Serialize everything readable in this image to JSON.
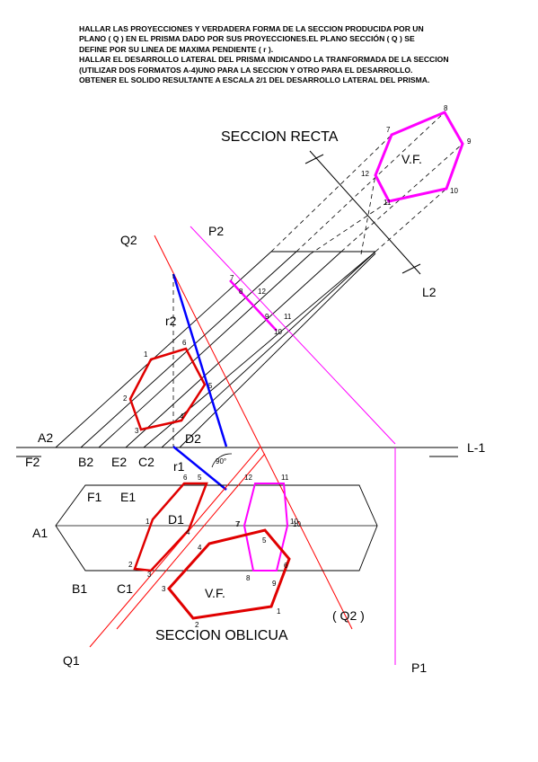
{
  "instructions": [
    "HALLAR LAS PROYECCIONES Y VERDADERA FORMA DE LA SECCION PRODUCIDA POR UN",
    "PLANO ( Q ) EN EL PRISMA DADO POR SUS PROYECCIONES.EL PLANO SECCIÓN ( Q ) SE",
    "DEFINE POR SU LINEA DE MAXIMA PENDIENTE ( r ).",
    "HALLAR EL DESARROLLO LATERAL DEL PRISMA INDICANDO LA TRANFORMADA DE LA SECCION",
    "(UTILIZAR DOS FORMATOS A-4)UNO PARA LA SECCION Y OTRO PARA EL DESARROLLO.",
    "OBTENER EL SOLIDO RESULTANTE A ESCALA 2/1 DEL DESARROLLO LATERAL DEL PRISMA."
  ],
  "labels": {
    "seccion_recta": "SECCION RECTA",
    "vf_top": "V.F.",
    "vf_bottom": "V.F.",
    "seccion_oblicua": "SECCION OBLICUA",
    "q2_paren": "( Q2 )",
    "q2": "Q2",
    "p2": "P2",
    "l2": "L2",
    "r2": "r2",
    "r1": "r1",
    "a2": "A2",
    "f2": "F2",
    "b2": "B2",
    "e2": "E2",
    "c2": "C2",
    "d2": "D2",
    "l1": "L-1",
    "angle": "90°",
    "f1": "F1",
    "e1": "E1",
    "d1": "D1",
    "a1": "A1",
    "b1": "B1",
    "c1": "C1",
    "q1": "Q1",
    "p1": "P1"
  },
  "point_numbers": {
    "recta": [
      "7",
      "8",
      "9",
      "10",
      "11",
      "12"
    ],
    "trace_p2": [
      "7",
      "8",
      "12",
      "9",
      "11",
      "10"
    ],
    "elev_section": [
      "1",
      "2",
      "3",
      "4",
      "5",
      "6"
    ],
    "plan_section": [
      "1",
      "2",
      "3",
      "4",
      "5",
      "6"
    ],
    "plan_recta": [
      "7",
      "10",
      "11",
      "12"
    ],
    "vf_oblique": [
      "1",
      "2",
      "3",
      "4",
      "5",
      "6",
      "7",
      "8",
      "9",
      "10"
    ]
  },
  "colors": {
    "line": "#000000",
    "plane_q": "#ff0000",
    "oblique_section": "#e00000",
    "right_section": "#ff00ff",
    "slope_line": "#0000ff"
  }
}
